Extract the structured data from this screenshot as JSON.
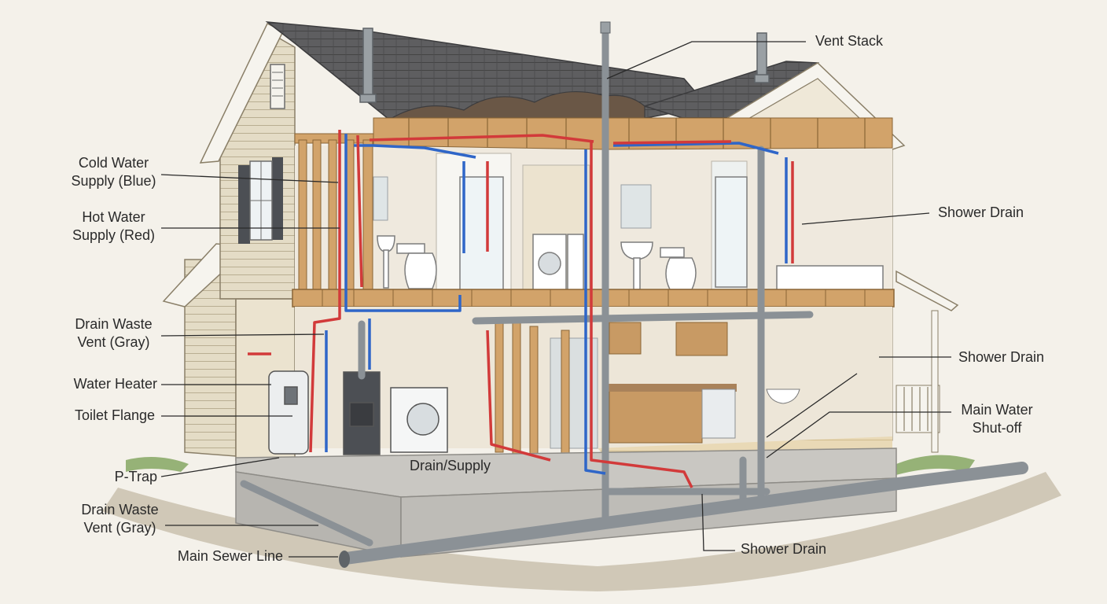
{
  "labels": {
    "vent_stack": "Vent Stack",
    "cold_water_1": "Cold Water",
    "cold_water_2": "Supply (Blue)",
    "hot_water_1": "Hot Water",
    "hot_water_2": "Supply (Red)",
    "dwv_upper_1": "Drain Waste",
    "dwv_upper_2": "Vent (Gray)",
    "water_heater": "Water Heater",
    "toilet_flange": "Toilet Flange",
    "p_trap": "P-Trap",
    "dwv_lower_1": "Drain Waste",
    "dwv_lower_2": "Vent (Gray)",
    "main_sewer": "Main Sewer Line",
    "shower_drain_upper": "Shower Drain",
    "shower_drain_middle": "Shower Drain",
    "main_shutoff_1": "Main Water",
    "main_shutoff_2": "Shut-off",
    "drain_supply": "Drain/Supply",
    "shower_drain_bottom": "Shower Drain"
  },
  "colors": {
    "background": "#f4f1ea",
    "cold_supply": "#2f66c8",
    "hot_supply": "#d23a3a",
    "drain_waste_vent": "#8b9196",
    "wood_framing": "#d2a36a",
    "concrete": "#c9c7c2",
    "roof": "#5e5e60",
    "siding": "#e4dcc6"
  }
}
